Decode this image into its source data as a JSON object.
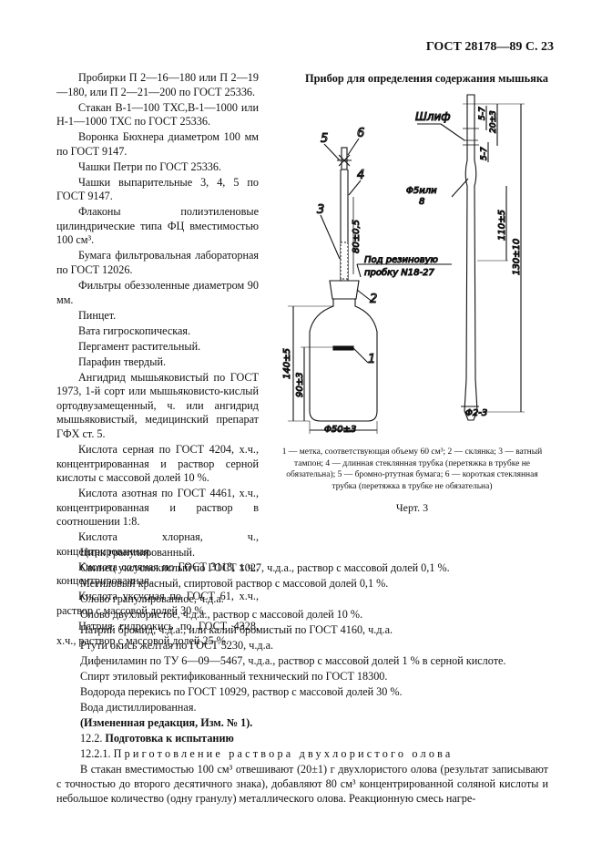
{
  "header": "ГОСТ 28178—89 С. 23",
  "left_column": [
    "Пробирки П 2—16—180 или П 2—19—180, или П 2—21—200 по ГОСТ 25336.",
    "Стакан В-1—100 ТХС,В-1—1000 или Н-1—1000 ТХС по ГОСТ 25336.",
    "Воронка Бюхнера диаметром 100 мм по ГОСТ 9147.",
    "Чашки Петри по ГОСТ 25336.",
    "Чашки выпарительные 3, 4, 5 по ГОСТ 9147.",
    "Флаконы полиэтиленовые цилиндрические типа ФЦ вместимостью 100 см³.",
    "Бумага фильтровальная лабораторная по ГОСТ 12026.",
    "Фильтры обеззоленные диаметром 90 мм.",
    "Пинцет.",
    "Вата гигроскопическая.",
    "Пергамент растительный.",
    "Парафин твердый.",
    "Ангидрид мышьяковистый по ГОСТ 1973, 1-й сорт или мышьяковисто-кислый ортодвузамещенный, ч. или ангидрид мышьяковистый, медицинский препарат ГФХ ст. 5.",
    "Кислота серная по ГОСТ 4204, х.ч., концентрированная и раствор серной кислоты с массовой долей 10 %.",
    "Кислота азотная по ГОСТ 4461, х.ч., концентрированная и раствор в соотношении 1:8.",
    "Кислота хлорная, ч., концентрированная.",
    "Кислота соляная по ГОСТ 3118, х.ч., концентрированная.",
    "Кислота уксусная по ГОСТ 61, х.ч., раствор с массовой долей 30 %.",
    "Натрия гидроокись по ГОСТ 4328, х.ч., раствор с массовой долей 25 %."
  ],
  "full_width": [
    "Цинк гранулированный.",
    "Свинец уксуснокислый по ГОСТ 1027, ч.д.а., раствор с массовой долей 0,1 %.",
    "Метиловый красный, спиртовой раствор с массовой долей 0,1 %.",
    "Олово гранулированное, ч.д.а.",
    "Олово двухлористое, ч.д.а., раствор с массовой долей 10 %.",
    "Натрий бромид, ч.д.а., или калий бромистый по ГОСТ 4160, ч.д.а.",
    "Ртути окись желтая по ГОСТ 5230, ч.д.а.",
    "Дифениламин по ТУ 6—09—5467, ч.д.а., раствор с массовой долей 1 % в серной кислоте.",
    "Спирт этиловый ректификованный технический по ГОСТ 18300.",
    "Водорода перекись по ГОСТ 10929, раствор с массовой долей 30 %.",
    "Вода дистиллированная."
  ],
  "amendment": "(Измененная редакция, Изм. № 1).",
  "section_num": "12.2.",
  "section_title": "Подготовка к испытанию",
  "subsection_num": "12.2.1.",
  "subsection_title": "Приготовление раствора двухлористого олова",
  "body_text": "В стакан вместимостью 100 см³ отвешивают (20±1) г двухлористого олова (результат записывают с точностью до второго десятичного знака), добавляют 80 см³ концентрированной соляной кислоты и небольшое количество (одну гранулу) металлического олова. Реакционную смесь нагре-",
  "figure": {
    "title": "Прибор для определения содержания мышьяка",
    "labels": {
      "n5": "5",
      "n6": "6",
      "n4": "4",
      "n3": "3",
      "n2": "2",
      "n1": "1",
      "shlif": "Шлиф",
      "rubber1": "Под резиновую",
      "rubber2": "пробку N18-27",
      "d_top": "5-7",
      "d_top2": "20±3",
      "d_mid": "5-7",
      "phi5a": "Φ5или",
      "phi5b": "8",
      "d110": "110±5",
      "d130": "130±10",
      "d80": "80±0,5",
      "d140": "140±5",
      "d90": "90±3",
      "phi50": "Φ50±3",
      "phi23": "Φ2-3"
    },
    "caption": "1 — метка, соответствующая объему 60 см³; 2 — склянка; 3 — ватный тампон; 4 — длинная стеклянная трубка (перетяжка в трубке не обязательна); 5 — бромно-ртутная бумага; 6 — короткая стеклянная трубка (перетяжка в трубке не обязательна)",
    "chert": "Черт. 3"
  }
}
